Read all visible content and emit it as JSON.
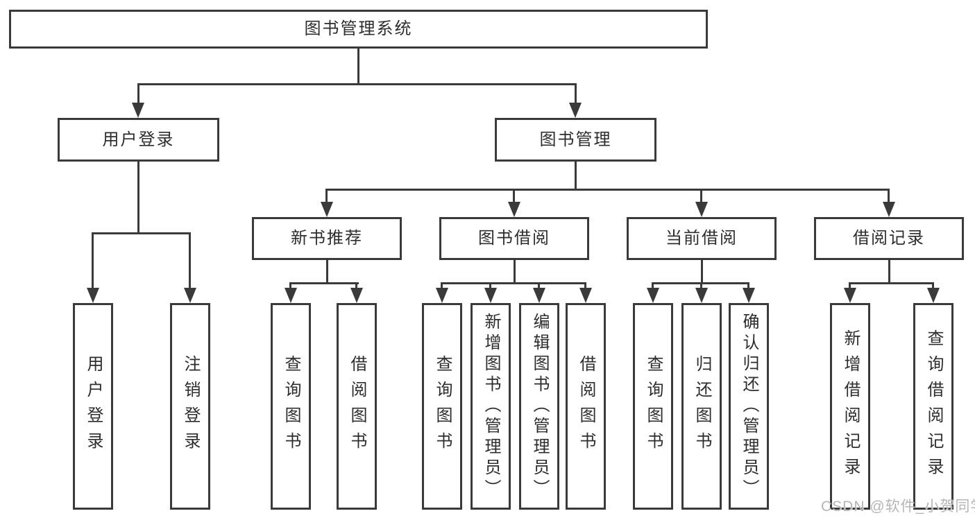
{
  "colors": {
    "line": "#3a3a3a",
    "text": "#2d2d2d",
    "watermark": "#b5b5b5",
    "bg": "#ffffff"
  },
  "tree": {
    "label": "图书管理系统",
    "children": [
      {
        "label": "用户登录",
        "children": [
          {
            "label": "用户登录"
          },
          {
            "label": "注销登录"
          }
        ]
      },
      {
        "label": "图书管理",
        "children": [
          {
            "label": "新书推荐",
            "children": [
              {
                "label": "查询图书"
              },
              {
                "label": "借阅图书"
              }
            ]
          },
          {
            "label": "图书借阅",
            "children": [
              {
                "label": "查询图书"
              },
              {
                "label": "新增图书（管理员）"
              },
              {
                "label": "编辑图书（管理员）"
              },
              {
                "label": "借阅图书"
              }
            ]
          },
          {
            "label": "当前借阅",
            "children": [
              {
                "label": "查询图书"
              },
              {
                "label": "归还图书"
              },
              {
                "label": "确认归还（管理员）"
              }
            ]
          },
          {
            "label": "借阅记录",
            "children": [
              {
                "label": "新增借阅记录"
              },
              {
                "label": "查询借阅记录"
              }
            ]
          }
        ]
      }
    ]
  },
  "watermark": {
    "text": "CSDN @软件_小贺同学"
  }
}
